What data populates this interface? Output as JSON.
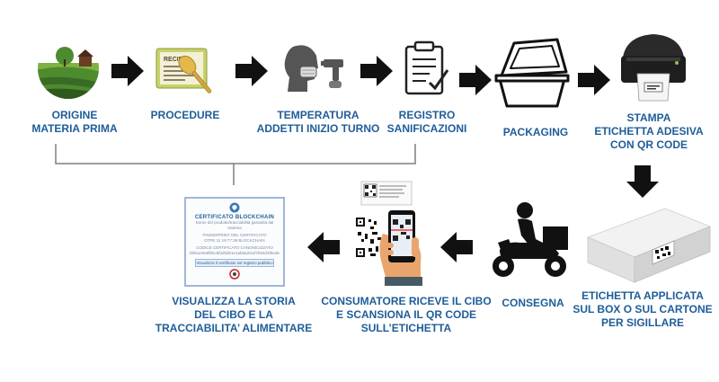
{
  "steps": [
    {
      "id": "origine",
      "label": "ORIGINE\nMATERIA PRIMA"
    },
    {
      "id": "procedure",
      "label": "PROCEDURE"
    },
    {
      "id": "temperatura",
      "label": "TEMPERATURA\nADDETTI INIZIO TURNO"
    },
    {
      "id": "registro",
      "label": "REGISTRO\nSANIFICAZIONI"
    },
    {
      "id": "packaging",
      "label": "PACKAGING"
    },
    {
      "id": "stampa",
      "label": "STAMPA\nETICHETTA ADESIVA\nCON QR CODE"
    },
    {
      "id": "etichetta",
      "label": "ETICHETTA APPLICATA\nSUL BOX O SUL CARTONE\nPER SIGILLARE"
    },
    {
      "id": "consegna",
      "label": "CONSEGNA"
    },
    {
      "id": "consumatore",
      "label": "CONSUMATORE RICEVE IL CIBO\nE SCANSIONA IL QR CODE\nSULL’ETICHETTA"
    },
    {
      "id": "visualizza",
      "label": "VISUALIZZA LA STORIA\nDEL CIBO E LA\nTRACCIABILITA’ ALIMENTARE"
    }
  ],
  "recipe_card": {
    "title": "RECIPE"
  },
  "certificate": {
    "title": "CERTIFICATO BLOCKCHAIN",
    "line1": "Nome del prodotto/tracciabilità garantita dal sistema",
    "line2": "FINGERPRINT DEL CERTIFICATO",
    "line3": "DTPE 11 19:77:39 BLOCKCHAIN",
    "line4": "CODICE CERTIFICATO CANONICIZZATO",
    "line5": "0bfa1e0a9fb5c8f3d0d01e1ab8a20cd7b94d1f9ea5c01ab4",
    "button": "Visualizza il certificato sul registro pubblico"
  },
  "colors": {
    "label": "#1f5d99",
    "arrow": "#111111",
    "bracket": "#7f7f7f"
  }
}
